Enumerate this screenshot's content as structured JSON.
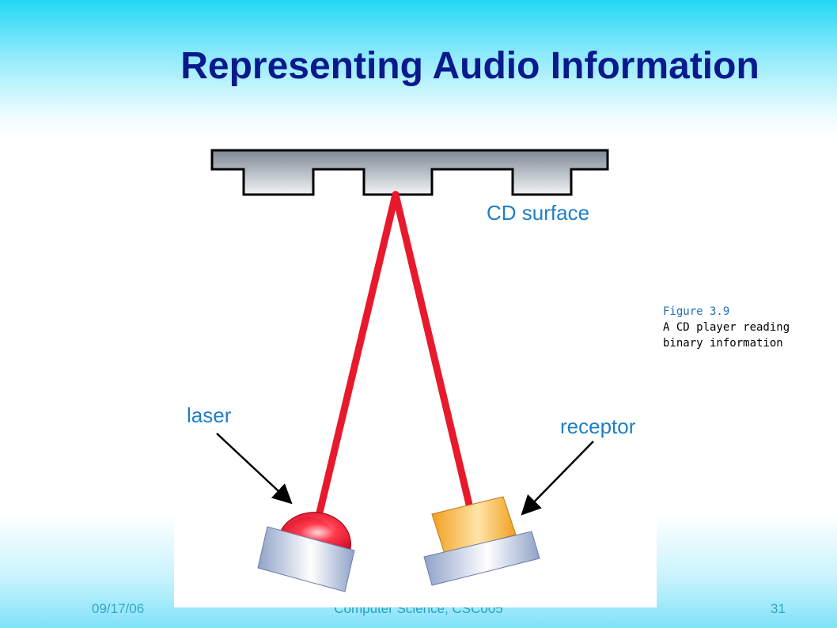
{
  "slide": {
    "title": "Representing Audio Information",
    "footer_date": "09/17/06",
    "footer_course": "Computer Science, CSC005",
    "footer_page": "31"
  },
  "figure": {
    "surface_label": "CD surface",
    "laser_label": "laser",
    "receptor_label": "receptor",
    "caption_number": "Figure 3.9",
    "caption_line1": "A CD player reading",
    "caption_line2": "binary information",
    "colors": {
      "beam": "#e8192c",
      "label": "#1f7fc4",
      "surface_fill": "#8e9aa6",
      "laser_dome": "#e5001b",
      "receptor_block": "#f0a020",
      "base": "#8fa2c8"
    }
  }
}
